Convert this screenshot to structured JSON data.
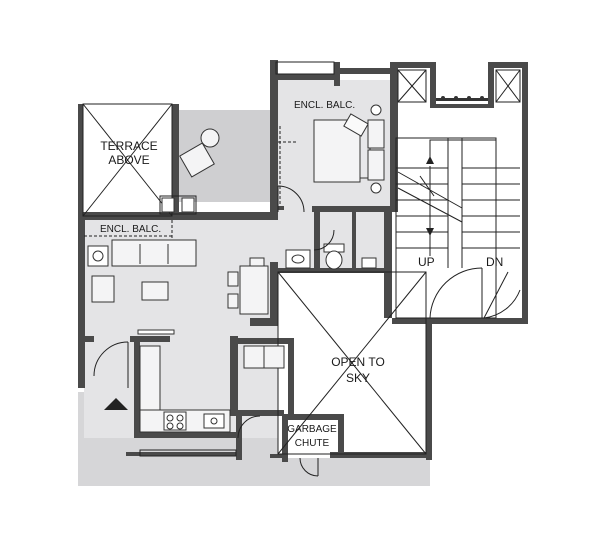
{
  "labels": {
    "terrace_line1": "TERRACE",
    "terrace_line2": "ABOVE",
    "encl_balc_top": "ENCL. BALC.",
    "encl_balc_left": "ENCL. BALC.",
    "up": "UP",
    "dn": "DN",
    "open_line1": "OPEN TO",
    "open_line2": "SKY",
    "garbage_line1": "GARBAGE",
    "garbage_line2": "CHUTE"
  },
  "colors": {
    "wall": "#4a4a4a",
    "floor": "#e4e4e6",
    "terrace": "#cfcfd1",
    "outside": "#d6d6d8",
    "line": "#222222"
  },
  "icons": [
    "bed-icon",
    "chair-icon",
    "sofa-icon",
    "dining-table-icon",
    "toilet-icon",
    "sink-icon",
    "stove-icon",
    "stair-arrow-icon",
    "entry-arrow-icon"
  ]
}
